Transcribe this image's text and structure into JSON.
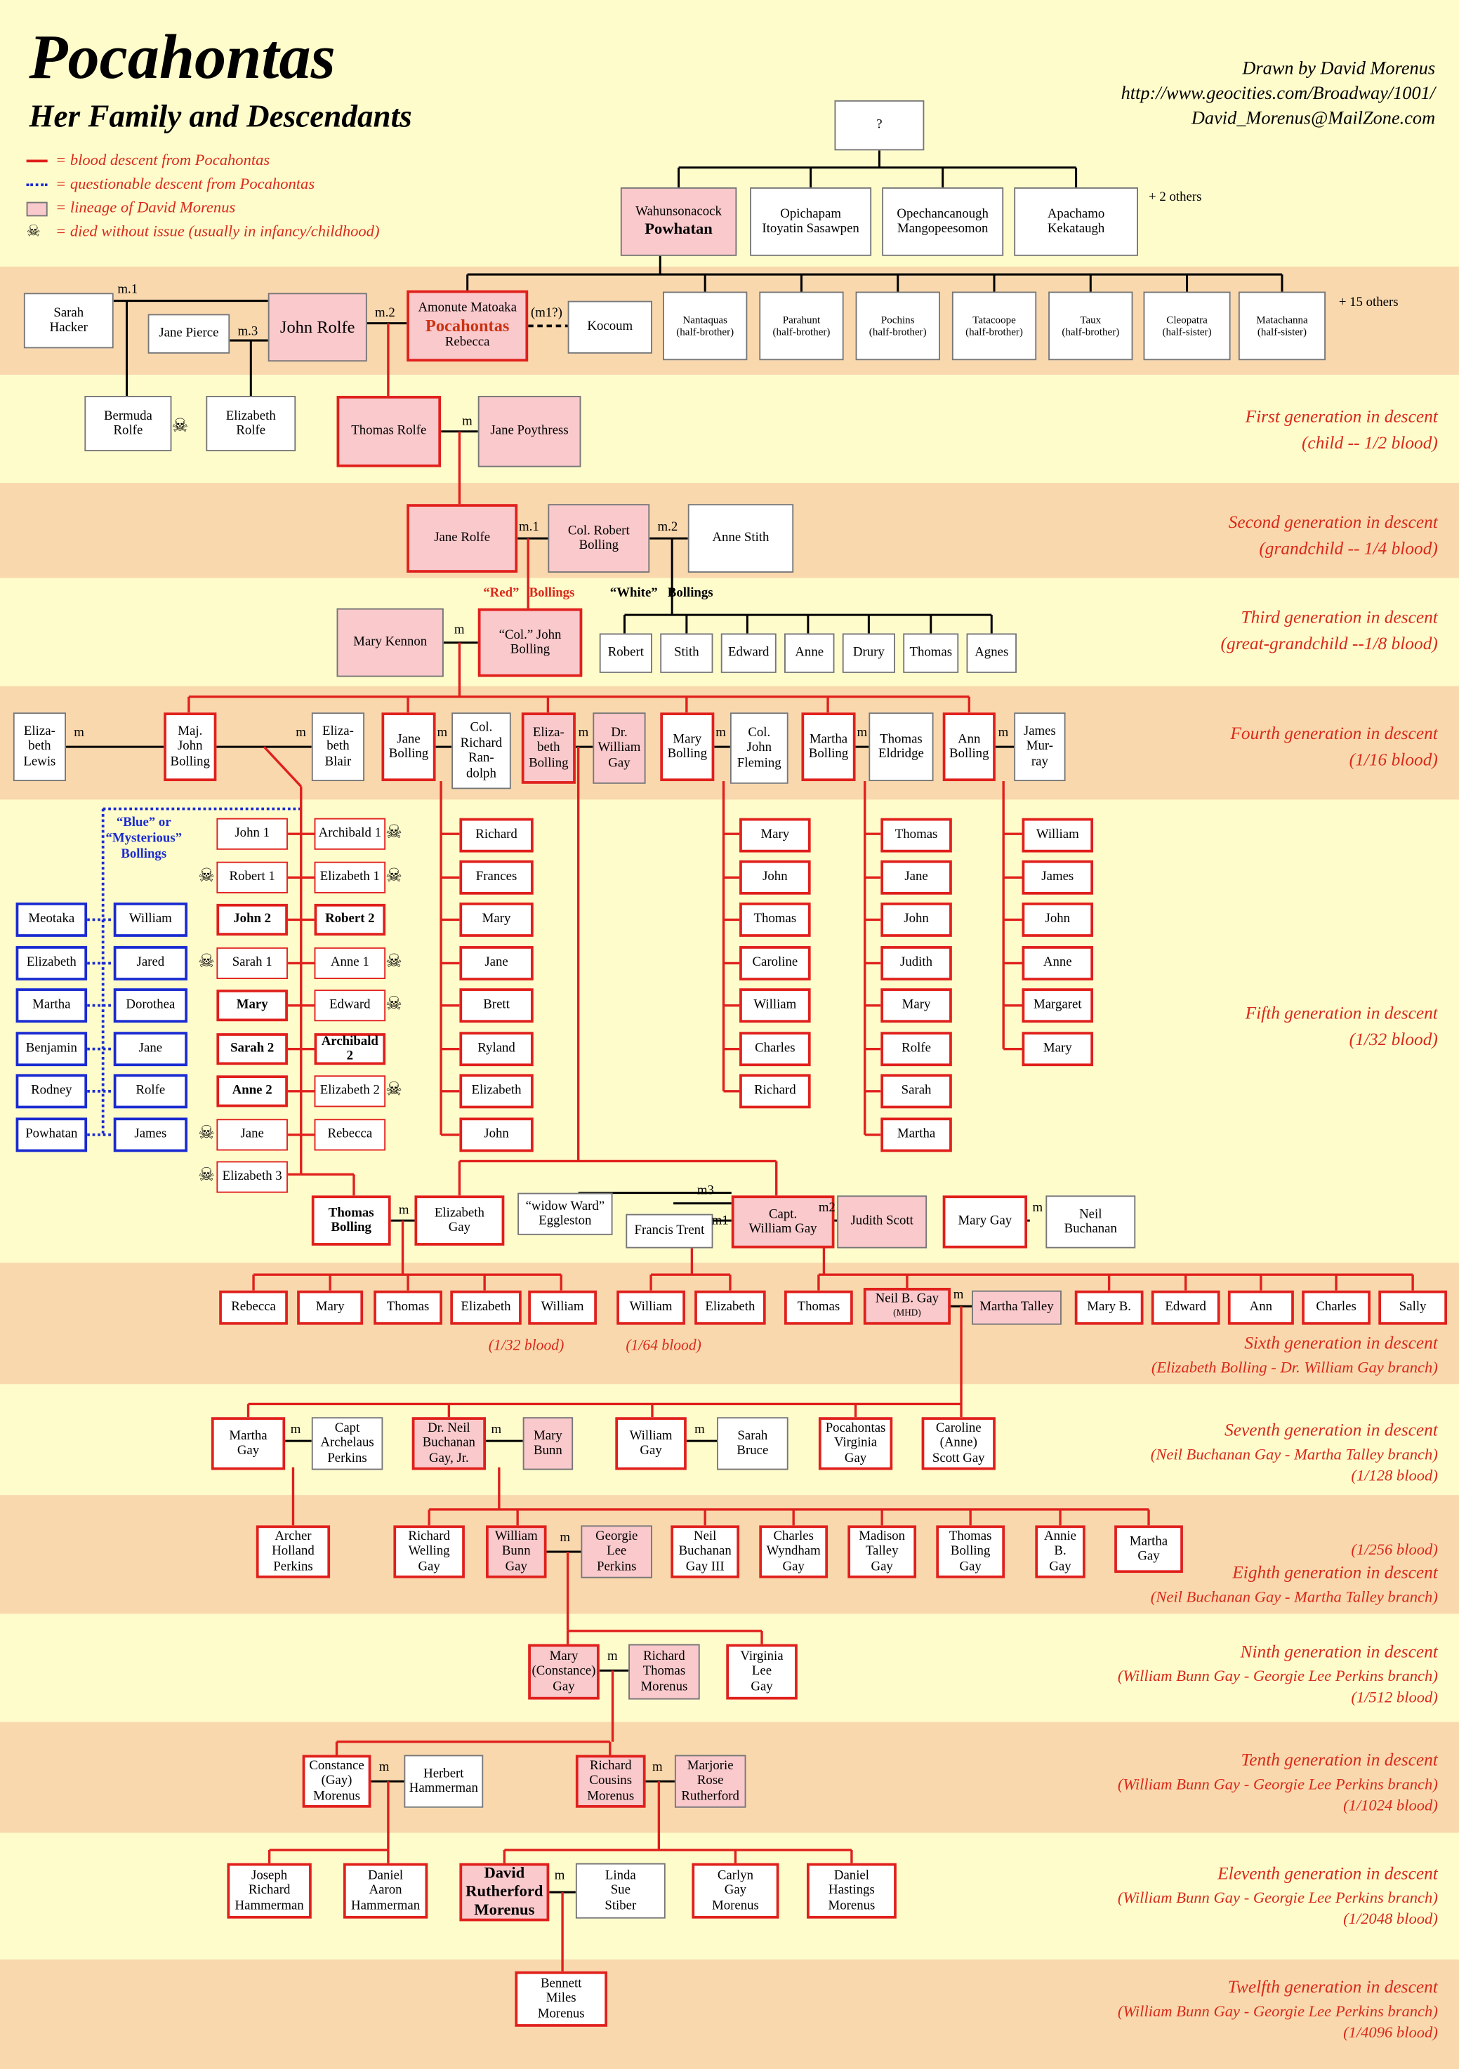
{
  "header": {
    "title": "Pocahontas",
    "subtitle": "Her Family and Descendants",
    "credit_lines": [
      "Drawn by David Morenus",
      "http://www.geocities.com/Broadway/1001/",
      "David_Morenus@MailZone.com"
    ]
  },
  "legend": {
    "blood": "= blood descent from Pocahontas",
    "questionable": "= questionable descent from Pocahontas",
    "lineage": "= lineage of David Morenus",
    "died": "= died without issue (usually in infancy/childhood)"
  },
  "colors": {
    "background": "#fffccc",
    "band": "#f9d8ad",
    "blood_red": "#e0201c",
    "blue": "#1a2bd0",
    "pink": "#f9c9cc"
  },
  "people": {
    "unknown": "?",
    "wahun": "Wahunsonacock",
    "powhatan": "Powhatan",
    "opichapam": "Opichapam\nItoyatin Sasawpen",
    "opechan": "Opechancanough\nMangopeesomon",
    "apachamo": "Apachamo\nKekataugh",
    "sarah_hacker": "Sarah\nHacker",
    "jane_pierce": "Jane Pierce",
    "john_rolfe": "John Rolfe",
    "amonute": "Amonute Matoaka",
    "pocahontas": "Pocahontas",
    "rebecca": "Rebecca",
    "kocoum": "Kocoum",
    "nantaquas": "Nantaquas\n(half-brother)",
    "parahunt": "Parahunt\n(half-brother)",
    "pochins": "Pochins\n(half-brother)",
    "tatacoope": "Tatacoope\n(half-brother)",
    "taux": "Taux\n(half-brother)",
    "cleopatra": "Cleopatra\n(half-sister)",
    "matachanna": "Matachanna\n(half-sister)",
    "bermuda": "Bermuda\nRolfe",
    "elizabeth_rolfe": "Elizabeth\nRolfe",
    "thomas_rolfe": "Thomas Rolfe",
    "jane_poythress": "Jane Poythress",
    "jane_rolfe": "Jane Rolfe",
    "robert_bolling": "Col. Robert\nBolling",
    "anne_stith": "Anne Stith",
    "mary_kennon": "Mary Kennon",
    "john_bolling": "“Col.” John\nBolling",
    "w_robert": "Robert",
    "w_stith": "Stith",
    "w_edward": "Edward",
    "w_anne": "Anne",
    "w_drury": "Drury",
    "w_thomas": "Thomas",
    "w_agnes": "Agnes",
    "eliza_lewis": "Eliza-\nbeth\nLewis",
    "maj_john": "Maj.\nJohn\nBolling",
    "eliza_blair": "Eliza-\nbeth\nBlair",
    "jane_bolling": "Jane\nBolling",
    "col_richard": "Col.\nRichard\nRan-\ndolph",
    "eliza_bolling": "Eliza-\nbeth\nBolling",
    "dr_william_gay": "Dr.\nWilliam\nGay",
    "mary_bolling": "Mary\nBolling",
    "col_john_fleming": "Col.\nJohn\nFleming",
    "martha_bolling": "Martha\nBolling",
    "thomas_eldridge": "Thomas\nEldridge",
    "ann_bolling": "Ann\nBolling",
    "james_murray": "James\nMur-\nray",
    "bl_meotaka": "Meotaka",
    "bl_william": "William",
    "bl_elizabeth": "Elizabeth",
    "bl_jared": "Jared",
    "bl_martha": "Martha",
    "bl_dorothea": "Dorothea",
    "bl_benjamin": "Benjamin",
    "bl_jane": "Jane",
    "bl_rodney": "Rodney",
    "bl_rolfe": "Rolfe",
    "bl_powhatan": "Powhatan",
    "bl_james": "James",
    "mj_john1": "John 1",
    "mj_robert1": "Robert 1",
    "mj_john2": "John 2",
    "mj_sarah1": "Sarah 1",
    "mj_mary": "Mary",
    "mj_sarah2": "Sarah 2",
    "mj_anne2": "Anne 2",
    "mj_jane": "Jane",
    "mj_elizabeth3": "Elizabeth 3",
    "mj_archibald1": "Archibald 1",
    "mj_elizabeth1": "Elizabeth 1",
    "mj_robert2": "Robert 2",
    "mj_anne1": "Anne 1",
    "mj_edward": "Edward",
    "mj_archibald2": "Archibald 2",
    "mj_elizabeth2": "Elizabeth 2",
    "mj_rebecca": "Rebecca",
    "r_richard": "Richard",
    "r_frances": "Frances",
    "r_mary": "Mary",
    "r_jane": "Jane",
    "r_brett": "Brett",
    "r_ryland": "Ryland",
    "r_elizabeth": "Elizabeth",
    "r_john": "John",
    "f_mary": "Mary",
    "f_john": "John",
    "f_thomas": "Thomas",
    "f_caroline": "Caroline",
    "f_william": "William",
    "f_charles": "Charles",
    "f_richard": "Richard",
    "e_thomas": "Thomas",
    "e_jane": "Jane",
    "e_john": "John",
    "e_judith": "Judith",
    "e_mary": "Mary",
    "e_rolfe": "Rolfe",
    "e_sarah": "Sarah",
    "e_martha": "Martha",
    "m_william": "William",
    "m_james": "James",
    "m_john": "John",
    "m_anne": "Anne",
    "m_margaret": "Margaret",
    "m_mary": "Mary",
    "thomas_bolling": "Thomas\nBolling",
    "elizabeth_gay": "Elizabeth\nGay",
    "widow_ward": "“widow Ward”\nEggleston",
    "francis_trent": "Francis Trent",
    "capt_william_gay": "Capt.\nWilliam Gay",
    "judith_scott": "Judith Scott",
    "mary_gay": "Mary Gay",
    "neil_buchanan": "Neil\nBuchanan",
    "g6_rebecca": "Rebecca",
    "g6_mary": "Mary",
    "g6_thomas": "Thomas",
    "g6_elizabeth": "Elizabeth",
    "g6_william": "William",
    "g6_william2": "William",
    "g6_elizabeth2": "Elizabeth",
    "g6_thomas2": "Thomas",
    "neil_b_gay": "Neil B. Gay",
    "mhd": "(MHD)",
    "martha_talley": "Martha Talley",
    "g6_maryb": "Mary B.",
    "g6_edward": "Edward",
    "g6_ann": "Ann",
    "g6_charles": "Charles",
    "g6_sally": "Sally",
    "martha_gay7": "Martha\nGay",
    "capt_archelaus": "Capt\nArchelaus\nPerkins",
    "dr_neil_jr": "Dr. Neil\nBuchanan\nGay, Jr.",
    "mary_bunn": "Mary\nBunn",
    "william_gay7": "William\nGay",
    "sarah_bruce": "Sarah\nBruce",
    "pocahontas_virginia": "Pocahontas\nVirginia\nGay",
    "caroline_anne": "Caroline\n(Anne)\nScott Gay",
    "archer": "Archer\nHolland\nPerkins",
    "richard_welling": "Richard\nWelling\nGay",
    "william_bunn": "William\nBunn\nGay",
    "georgie": "Georgie\nLee\nPerkins",
    "neil_iii": "Neil\nBuchanan\nGay III",
    "charles_wyndham": "Charles\nWyndham\nGay",
    "madison": "Madison\nTalley\nGay",
    "thomas_bolling_gay": "Thomas\nBolling\nGay",
    "annie_b": "Annie\nB.\nGay",
    "martha_gay8": "Martha\nGay",
    "mary_constance": "Mary\n(Constance)\nGay",
    "richard_thomas": "Richard\nThomas\nMorenus",
    "virginia_lee": "Virginia\nLee\nGay",
    "constance": "Constance\n(Gay)\nMorenus",
    "herbert": "Herbert\nHammerman",
    "richard_cousins": "Richard\nCousins\nMorenus",
    "marjorie": "Marjorie\nRose\nRutherford",
    "joseph": "Joseph\nRichard\nHammerman",
    "daniel_aaron": "Daniel\nAaron\nHammerman",
    "david": "David\nRutherford\nMorenus",
    "linda": "Linda\nSue\nStiber",
    "carlyn": "Carlyn\nGay\nMorenus",
    "daniel_hastings": "Daniel\nHastings\nMorenus",
    "bennett": "Bennett\nMiles\nMorenus"
  },
  "labels": {
    "plus2": "+ 2 others",
    "plus15": "+ 15 others",
    "m1": "m.1",
    "m2": "m.2",
    "m3": "m.3",
    "m": "m",
    "m1q": "(m1?)",
    "m3b": "m3",
    "m2b": "m2",
    "m1b": "m1",
    "red": "“Red”",
    "white": "“White”",
    "bollings": "Bollings",
    "blue": "“Blue” or\n“Mysterious”\nBollings",
    "blood32": "(1/32 blood)",
    "blood64": "(1/64 blood)"
  },
  "generations": [
    {
      "title": "First generation in descent",
      "sub": "(child -- 1/2 blood)"
    },
    {
      "title": "Second generation in descent",
      "sub": "(grandchild -- 1/4 blood)"
    },
    {
      "title": "Third generation in descent",
      "sub": "(great-grandchild --1/8 blood)"
    },
    {
      "title": "Fourth generation in descent",
      "sub": "(1/16 blood)"
    },
    {
      "title": "Fifth generation in descent",
      "sub": "(1/32 blood)"
    },
    {
      "title": "Sixth generation in descent",
      "sub": "(Elizabeth Bolling - Dr. William Gay branch)"
    },
    {
      "title": "Seventh generation in descent",
      "sub": "(Neil Buchanan Gay - Martha Talley branch)",
      "frac": "(1/128 blood)"
    },
    {
      "title": "Eighth generation in descent",
      "pre": "(1/256 blood)",
      "sub": "(Neil Buchanan Gay - Martha Talley branch)"
    },
    {
      "title": "Ninth generation in descent",
      "sub": "(William Bunn Gay - Georgie Lee Perkins branch)",
      "frac": "(1/512 blood)"
    },
    {
      "title": "Tenth generation in descent",
      "sub": "(William Bunn Gay - Georgie Lee Perkins branch)",
      "frac": "(1/1024 blood)"
    },
    {
      "title": "Eleventh generation in descent",
      "sub": "(William Bunn Gay - Georgie Lee Perkins branch)",
      "frac": "(1/2048 blood)"
    },
    {
      "title": "Twelfth generation in descent",
      "sub": "(William Bunn Gay - Georgie Lee Perkins branch)",
      "frac": "(1/4096 blood)"
    }
  ]
}
